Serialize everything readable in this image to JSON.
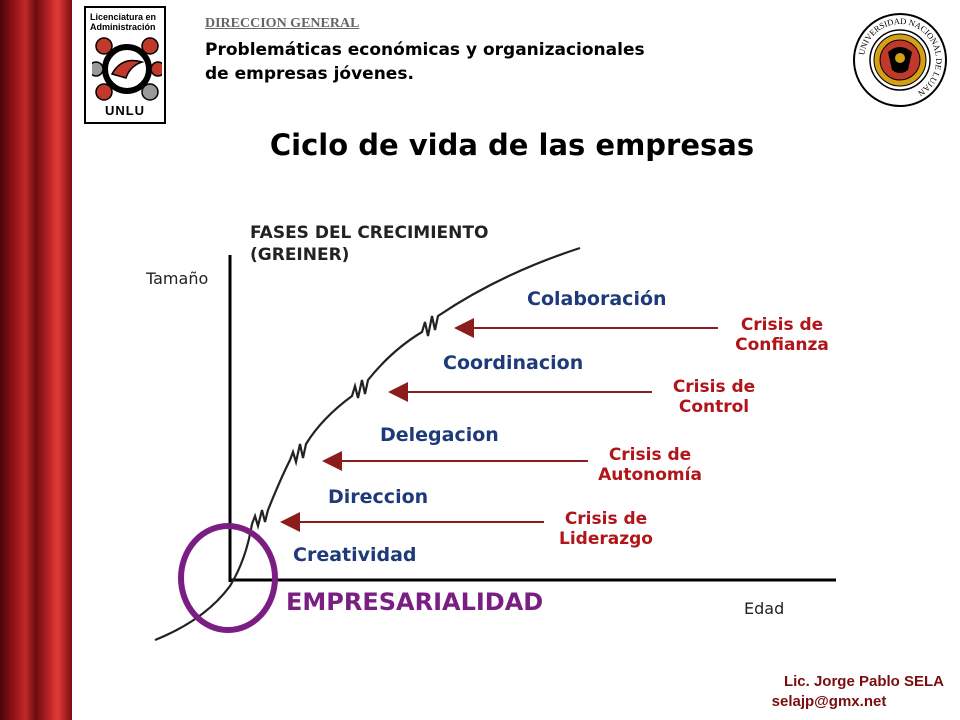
{
  "header": {
    "logo_text": "Licenciatura en Administración",
    "logo_brand": "UNLU",
    "department": "DIRECCION GENERAL",
    "subtitle_line1": "Problemáticas económicas y organizacionales",
    "subtitle_line2": "de empresas jóvenes.",
    "seal_text": "UNIVERSIDAD NACIONAL DE LUJAN"
  },
  "title": "Ciclo de vida de las empresas",
  "diagram": {
    "heading_line1": "FASES DEL CRECIMIENTO",
    "heading_line2": "(GREINER)",
    "y_axis_label": "Tamaño",
    "x_axis_label": "Edad",
    "phases": [
      "Creatividad",
      "Direccion",
      "Delegacion",
      "Coordinacion",
      "Colaboración"
    ],
    "crises": [
      {
        "line1": "Crisis de",
        "line2": "Liderazgo"
      },
      {
        "line1": "Crisis de",
        "line2": "Autonomía"
      },
      {
        "line1": "Crisis de",
        "line2": "Control"
      },
      {
        "line1": "Crisis de",
        "line2": "Confianza"
      }
    ],
    "bottom_label": "EMPRESARIALIDAD"
  },
  "colors": {
    "phase_text": "#1e3a78",
    "crisis_text": "#b0151a",
    "arrow": "#8c1d1d",
    "circle": "#7b1e84",
    "bottom_label": "#7b1e84",
    "sidebar": "#a11a1e"
  },
  "footer": {
    "author": "Lic. Jorge Pablo SELA",
    "email": "selajp@gmx.net"
  }
}
